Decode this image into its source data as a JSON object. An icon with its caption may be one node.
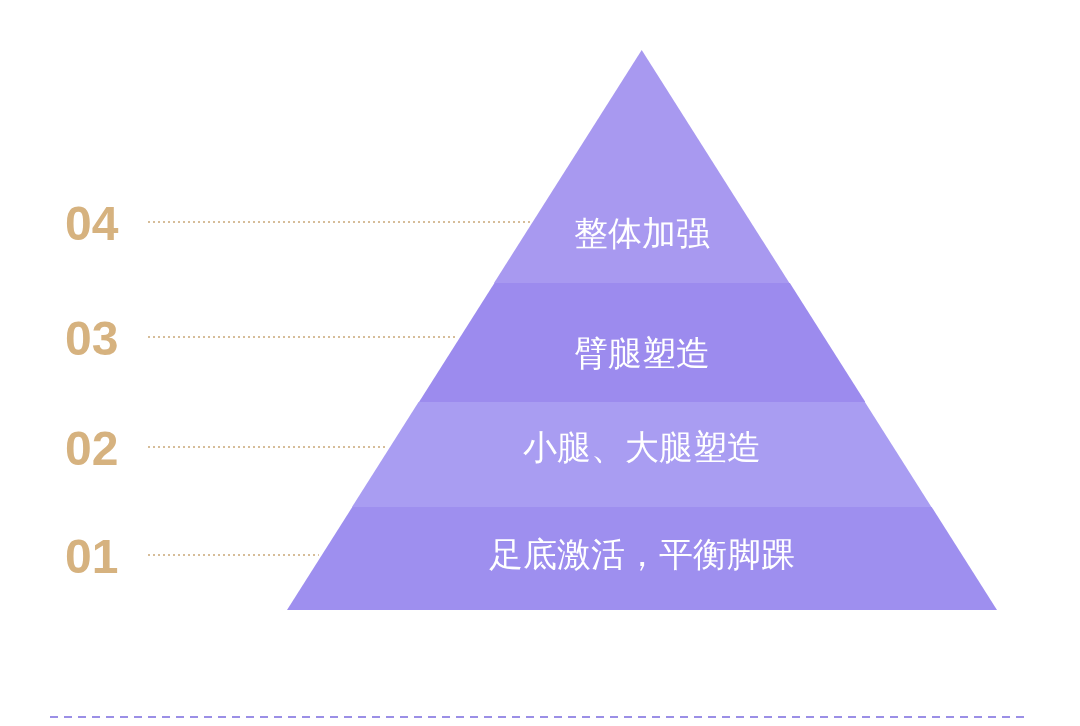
{
  "diagram": {
    "nodes": [
      {
        "text": [
          "04"
        ]
      },
      {
        "text": [
          "整体加强"
        ]
      },
      {
        "text": [
          "03"
        ]
      },
      {
        "text": [
          "臂腿塑造"
        ]
      },
      {
        "text": [
          "02"
        ]
      },
      {
        "text": [
          "小腿、大腿塑造"
        ]
      },
      {
        "text": [
          "01"
        ]
      },
      {
        "text": [
          "足底激活，平衡脚踝"
        ]
      }
    ],
    "edges": [
      {
        "from": 0,
        "to": 1,
        "arrow": "none"
      },
      {
        "from": 2,
        "to": 3,
        "arrow": "none"
      },
      {
        "from": 4,
        "to": 5,
        "arrow": "none"
      },
      {
        "from": 6,
        "to": 7,
        "arrow": "none"
      }
    ]
  }
}
